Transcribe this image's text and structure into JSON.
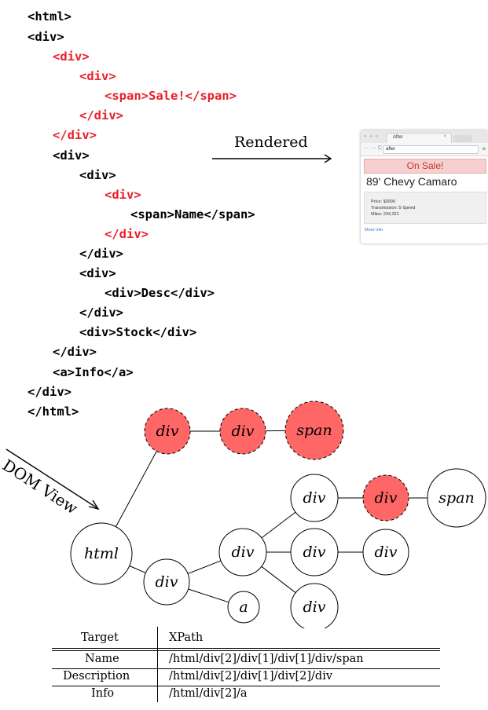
{
  "code_lines": [
    {
      "text": "<html>",
      "red": false
    },
    {
      "text": "<div>",
      "red": false
    },
    {
      "text": "<div>",
      "red": true
    },
    {
      "text": "<div>",
      "red": true
    },
    {
      "text": "<span>Sale!</span>",
      "red": true
    },
    {
      "text": "</div>",
      "red": true
    },
    {
      "text": "</div>",
      "red": true
    },
    {
      "text": "<div>",
      "red": false
    },
    {
      "text": "<div>",
      "red": false
    },
    {
      "text": "<div>",
      "red": true
    },
    {
      "text": "<span>Name</span>",
      "red": false
    },
    {
      "text": "</div>",
      "red": true
    },
    {
      "text": "</div>",
      "red": false
    },
    {
      "text": "<div>",
      "red": false
    },
    {
      "text": "<div>Desc</div>",
      "red": false
    },
    {
      "text": "</div>",
      "red": false
    },
    {
      "text": "<div>Stock</div>",
      "red": false
    },
    {
      "text": "</div>",
      "red": false
    },
    {
      "text": "<a>Info</a>",
      "red": false
    },
    {
      "text": "</div>",
      "red": false
    },
    {
      "text": "</html>",
      "red": false
    }
  ],
  "labels": {
    "rendered": "Rendered",
    "dom_view": "DOM View"
  },
  "browser": {
    "tab_title": "After",
    "tab_close": "×",
    "url": "after",
    "banner": "On Sale!",
    "product_name": "89' Chevy Camaro",
    "details": [
      "Price: $3000",
      "Transmission: 5-Speed",
      "Miles: 234,321"
    ],
    "link": "More Info"
  },
  "tree_nodes": [
    {
      "id": "html",
      "label": "html",
      "highlight": false
    },
    {
      "id": "div-a1",
      "label": "div",
      "highlight": true
    },
    {
      "id": "div-a2",
      "label": "div",
      "highlight": true
    },
    {
      "id": "span-a3",
      "label": "span",
      "highlight": true
    },
    {
      "id": "div-b1",
      "label": "div",
      "highlight": false
    },
    {
      "id": "div-b2",
      "label": "div",
      "highlight": false
    },
    {
      "id": "a-b2",
      "label": "a",
      "highlight": false
    },
    {
      "id": "div-c1",
      "label": "div",
      "highlight": false
    },
    {
      "id": "div-c2",
      "label": "div",
      "highlight": false
    },
    {
      "id": "div-c3",
      "label": "div",
      "highlight": false
    },
    {
      "id": "div-d1",
      "label": "div",
      "highlight": true
    },
    {
      "id": "span-d1",
      "label": "span",
      "highlight": false
    },
    {
      "id": "div-d2",
      "label": "div",
      "highlight": false
    }
  ],
  "tree_edges": [
    [
      "html",
      "div-a1"
    ],
    [
      "div-a1",
      "div-a2"
    ],
    [
      "div-a2",
      "span-a3"
    ],
    [
      "html",
      "div-b1"
    ],
    [
      "div-b1",
      "div-b2"
    ],
    [
      "div-b1",
      "a-b2"
    ],
    [
      "div-b2",
      "div-c1"
    ],
    [
      "div-b2",
      "div-c2"
    ],
    [
      "div-b2",
      "div-c3"
    ],
    [
      "div-c1",
      "div-d1"
    ],
    [
      "div-d1",
      "span-d1"
    ],
    [
      "div-c2",
      "div-d2"
    ]
  ],
  "colors": {
    "highlight": "#ff6666",
    "code_red": "#e8202a"
  },
  "table": {
    "headers": [
      "Target",
      "XPath"
    ],
    "rows": [
      [
        "Name",
        "/html/div[2]/div[1]/div[1]/div/span"
      ],
      [
        "Description",
        "/html/div[2]/div[1]/div[2]/div"
      ],
      [
        "Info",
        "/html/div[2]/a"
      ]
    ]
  }
}
